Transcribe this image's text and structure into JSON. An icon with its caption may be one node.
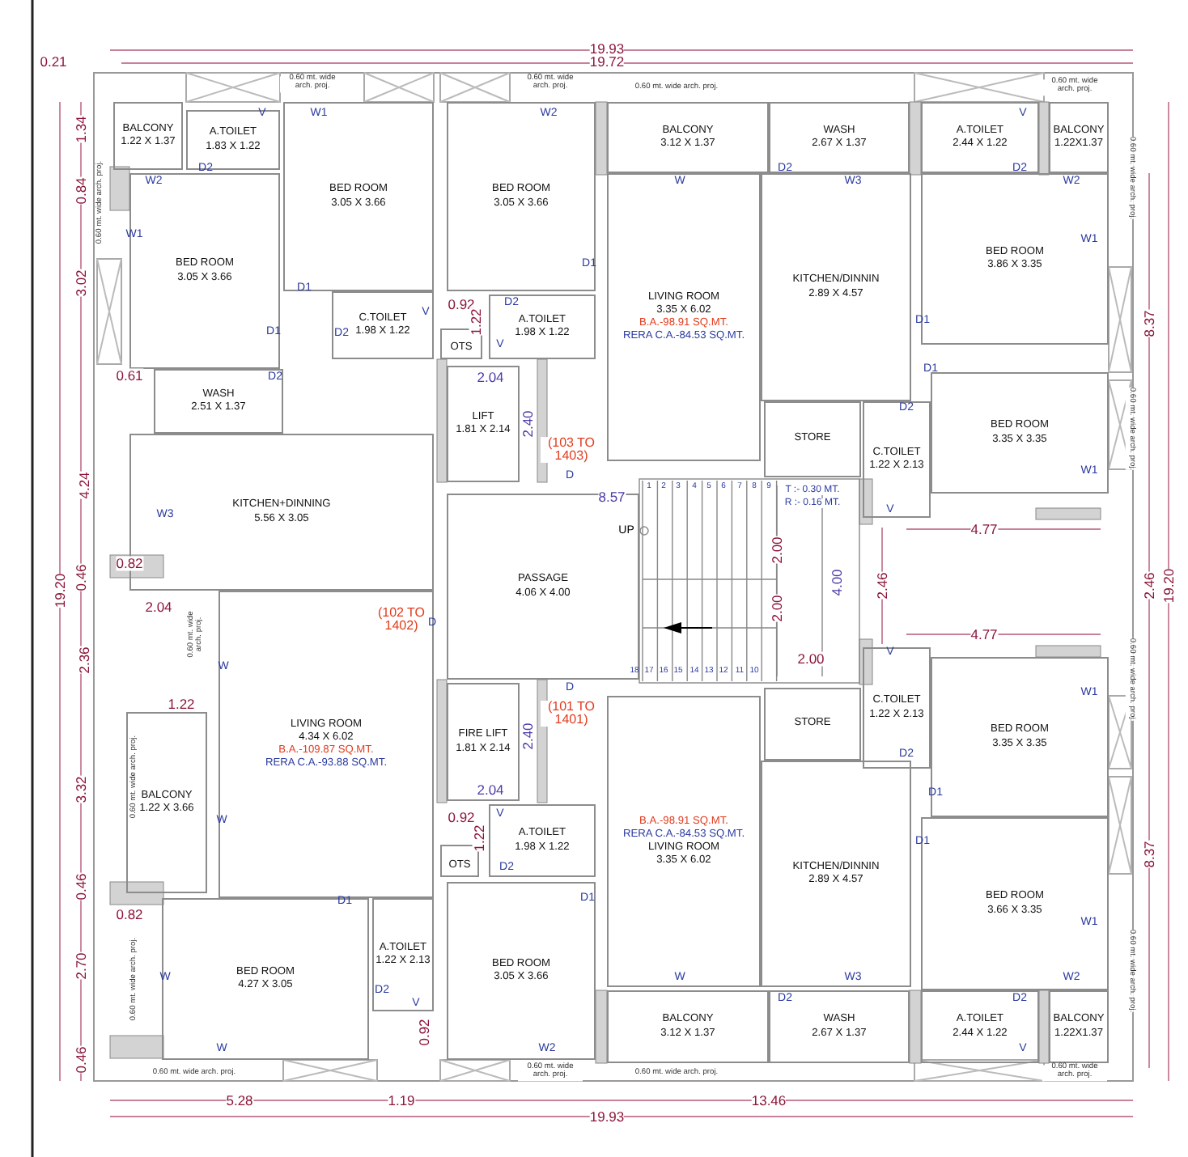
{
  "diagram": {
    "nodes": [
      {
        "text": [
          "BALCONY",
          "1.22 X 1.37"
        ]
      },
      {
        "text": [
          "A.TOILET",
          "1.83 X 1.22"
        ]
      },
      {
        "text": [
          "BALCONY",
          "3.12 X 1.37"
        ]
      },
      {
        "text": [
          "WASH",
          "2.67 X 1.37"
        ]
      },
      {
        "text": [
          "A.TOILET",
          "2.44 X 1.22"
        ]
      },
      {
        "text": [
          "BALCONY",
          "1.22X1.37"
        ]
      },
      {
        "text": [
          "BED ROOM",
          "3.05 X 3.66"
        ]
      },
      {
        "text": [
          "BED ROOM",
          "3.05 X 3.66"
        ]
      },
      {
        "text": [
          "BED ROOM",
          "3.86 X 3.35"
        ]
      },
      {
        "text": [
          "BED ROOM",
          "3.05 X 3.66"
        ]
      },
      {
        "text": [
          "LIVING ROOM",
          "3.35 X 6.02",
          "B.A.-98.91 SQ.MT.",
          "RERA C.A.-84.53 SQ.MT."
        ]
      },
      {
        "text": [
          "KITCHEN/DINNIN",
          "2.89 X 4.57"
        ]
      },
      {
        "text": [
          "C.TOILET",
          "1.98 X 1.22"
        ]
      },
      {
        "text": [
          "A.TOILET",
          "1.98 X 1.22"
        ]
      },
      {
        "text": [
          "OTS"
        ]
      },
      {
        "text": [
          "WASH",
          "2.51 X 1.37"
        ]
      },
      {
        "text": [
          "LIFT",
          "1.81 X 2.14"
        ]
      },
      {
        "text": [
          "BED ROOM",
          "3.35 X 3.35"
        ]
      },
      {
        "text": [
          "STORE"
        ]
      },
      {
        "text": [
          "C.TOILET",
          "1.22 X 2.13"
        ]
      },
      {
        "text": [
          "KITCHEN+DINNING",
          "5.56 X 3.05"
        ]
      },
      {
        "text": [
          "PASSAGE",
          "4.06 X 4.00"
        ]
      },
      {
        "text": [
          "C.TOILET",
          "1.22 X 2.13"
        ]
      },
      {
        "text": [
          "STORE"
        ]
      },
      {
        "text": [
          "FIRE LIFT",
          "1.81 X 2.14"
        ]
      },
      {
        "text": [
          "LIVING ROOM",
          "4.34 X 6.02",
          "B.A.-109.87 SQ.MT.",
          "RERA C.A.-93.88 SQ.MT."
        ]
      },
      {
        "text": [
          "BED ROOM",
          "3.35 X 3.35"
        ]
      },
      {
        "text": [
          "BALCONY",
          "1.22 X 3.66"
        ]
      },
      {
        "text": [
          "A.TOILET",
          "1.98 X 1.22"
        ]
      },
      {
        "text": [
          "OTS"
        ]
      },
      {
        "text": [
          "B.A.-98.91 SQ.MT.",
          "RERA C.A.-84.53 SQ.MT.",
          "LIVING ROOM",
          "3.35 X 6.02"
        ]
      },
      {
        "text": [
          "KITCHEN/DINNIN",
          "2.89 X 4.57"
        ]
      },
      {
        "text": [
          "BED ROOM",
          "3.66 X 3.35"
        ]
      },
      {
        "text": [
          "A.TOILET",
          "1.22 X 2.13"
        ]
      },
      {
        "text": [
          "BED ROOM",
          "4.27 X 3.05"
        ]
      },
      {
        "text": [
          "BED ROOM",
          "3.05 X 3.66"
        ]
      },
      {
        "text": [
          "BALCONY",
          "3.12 X 1.37"
        ]
      },
      {
        "text": [
          "WASH",
          "2.67 X 1.37"
        ]
      },
      {
        "text": [
          "A.TOILET",
          "2.44 X 1.22"
        ]
      },
      {
        "text": [
          "BALCONY",
          "1.22X1.37"
        ]
      }
    ],
    "labels": [
      "0.21",
      "19.93",
      "19.72",
      "0.60 mt. wide arch. proj.",
      "0.60 mt. wide arch. proj.",
      "0.60 mt. wide arch. proj.",
      "0.60 mt. wide arch. proj.",
      "V",
      "W1",
      "W2",
      "V",
      "1.34",
      "D2",
      "D2",
      "D2",
      "W2",
      "W",
      "W3",
      "W2",
      "0.84",
      "0.60 mt. wide arch. proj.",
      "0.60 mt. wide arch. proj.",
      "W1",
      "W1",
      "D1",
      "D1",
      "3.02",
      "D2",
      "0.92",
      "V",
      "1.22",
      "D1",
      "8.37",
      "D1",
      "D2",
      "V",
      "0.61",
      "D2",
      "2.04",
      "D1",
      "D2",
      "2.40",
      "0.60 mt. wide arch. proj.",
      "(103 TO 1403)",
      "D",
      "W1",
      "4.24",
      "8.57",
      "1",
      "2",
      "3",
      "4",
      "5",
      "6",
      "7",
      "8",
      "9",
      "T :- 0.30 MT.",
      "R :- 0.16 MT.",
      "V",
      "W3",
      "UP",
      "4.77",
      "2.00",
      "0.82",
      "19.20",
      "0.46",
      "4.00",
      "2.46",
      "2.46",
      "19.20",
      "2.04",
      "2.00",
      "(102 TO 1402)",
      "D",
      "4.77",
      "V",
      "2.00",
      "2.36",
      "18",
      "17",
      "16",
      "15",
      "14",
      "13",
      "12",
      "11",
      "10",
      "W",
      "0.60 mt. wide arch. proj.",
      "0.60 mt. wide arch. proj.",
      "W1",
      "D",
      "(101 TO 1401)",
      "1.22",
      "2.40",
      "D2",
      "3.32",
      "0.60 mt. wide arch. proj.",
      "2.04",
      "D1",
      "W",
      "V",
      "0.92",
      "1.22",
      "D1",
      "8.37",
      "D2",
      "0.46",
      "D1",
      "D1",
      "0.82",
      "W1",
      "2.70",
      "0.60 mt. wide arch. proj.",
      "W",
      "0.60 mt. wide arch. proj.",
      "W",
      "W3",
      "W2",
      "D2",
      "D2",
      "D2",
      "V",
      "V",
      "0.92",
      "W",
      "W2",
      "0.46",
      "0.60 mt. wide arch. proj.",
      "0.60 mt. wide arch. proj.",
      "0.60 mt. wide arch. proj.",
      "0.60 mt. wide arch. proj.",
      "5.28",
      "1.19",
      "13.46",
      "19.93"
    ]
  }
}
